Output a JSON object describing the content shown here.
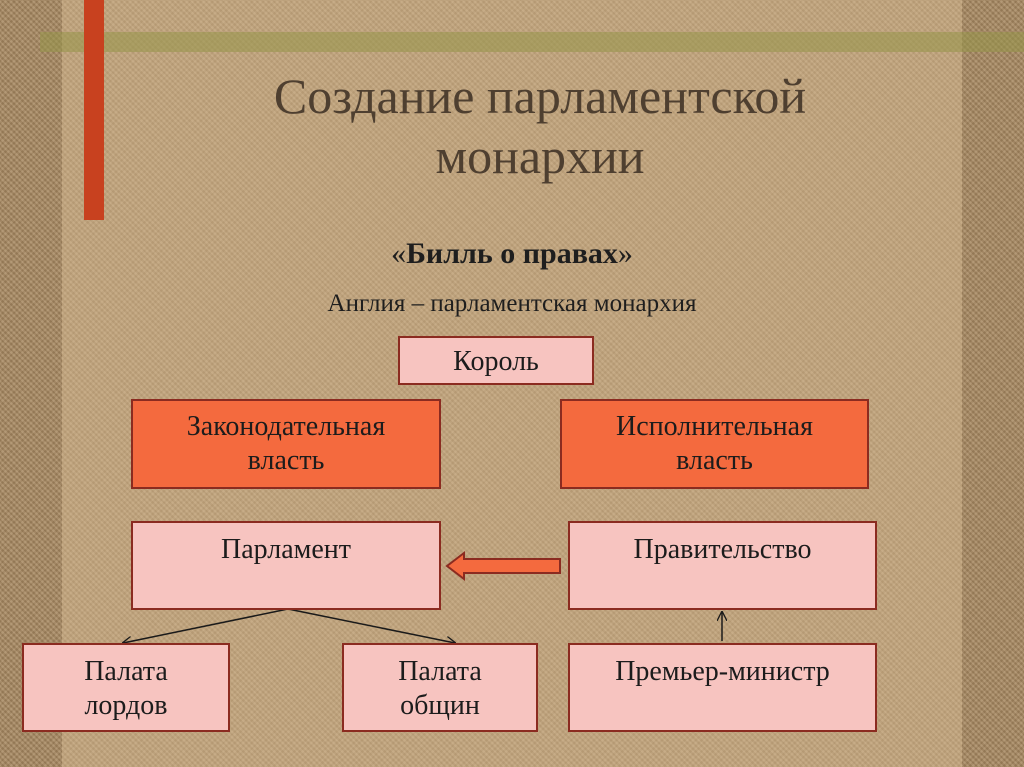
{
  "slide": {
    "title": "Создание парламентской\nмонархии",
    "subtitle_quote_open": "«",
    "subtitle_bold": "Билль о правах",
    "subtitle_quote_close": "»",
    "caption": "Англия – парламентская монархия"
  },
  "diagram": {
    "king": "Король",
    "legislative": "Законодательная\nвласть",
    "executive": "Исполнительная\nвласть",
    "parliament": "Парламент",
    "government": "Правительство",
    "house_of_lords": "Палата\nлордов",
    "house_of_commons": "Палата\nобщин",
    "prime_minister": "Премьер-министр"
  },
  "colors": {
    "accent_bar": "#c8411f",
    "branch_box": "#f46a3e",
    "node_box": "#f7c4c0",
    "box_border": "#8b2b20"
  }
}
